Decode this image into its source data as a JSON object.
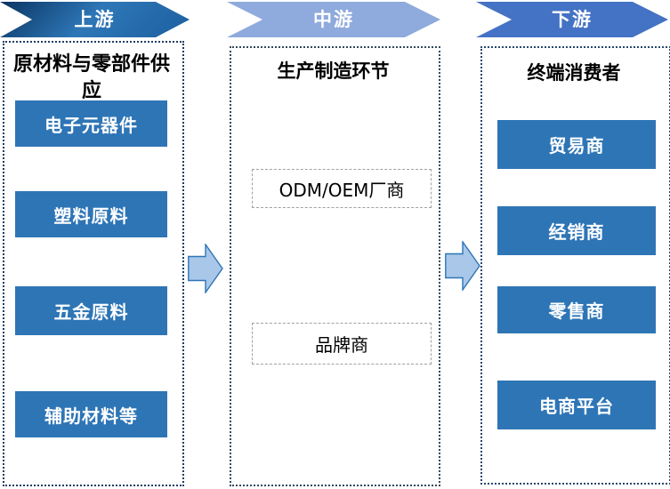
{
  "headers": [
    {
      "label": "上游"
    },
    {
      "label": "中游"
    },
    {
      "label": "下游"
    }
  ],
  "columns": {
    "upstream": {
      "title": "原材料与零部件供应",
      "items": [
        "电子元器件",
        "塑料原料",
        "五金原料",
        "辅助材料等"
      ]
    },
    "midstream": {
      "title": "生产制造环节",
      "items": [
        "ODM/OEM厂商",
        "品牌商"
      ]
    },
    "downstream": {
      "title": "终端消费者",
      "items": [
        "贸易商",
        "经销商",
        "零售商",
        "电商平台"
      ]
    }
  },
  "colors": {
    "item_box_blue": "#2e75b6",
    "header_upstream_gradient": [
      "#0a3462",
      "#2e77b7",
      "#1c5fa0"
    ],
    "header_midstream": "#8faadc",
    "header_downstream": "#4472c4",
    "container_border_upstream": "#1e3c64",
    "container_border_midstream": "#32495a",
    "container_border_downstream": "#27476e",
    "flow_arrow_fill": "#a9c7e9",
    "flow_arrow_stroke": "#2e75b6"
  }
}
